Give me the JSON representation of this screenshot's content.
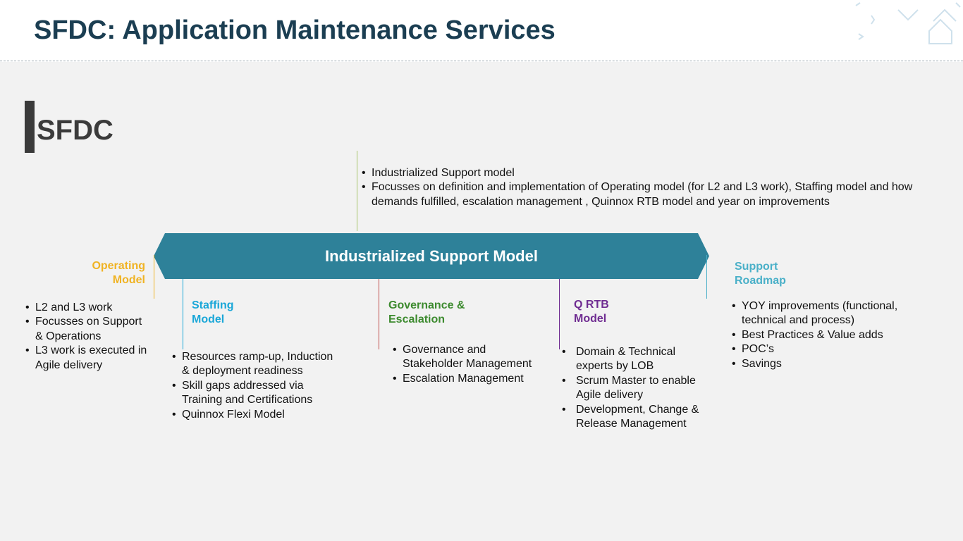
{
  "page": {
    "title": "SFDC: Application Maintenance Services"
  },
  "section": {
    "title": "SFDC"
  },
  "colors": {
    "title": "#1b3e52",
    "banner": "#2e8199",
    "operating": "#f0b323",
    "staffing": "#1aa7d8",
    "governance": "#3c8a2e",
    "qrtb": "#6f2c91",
    "roadmap": "#4ab0c8",
    "intro_line": "#a8c46a",
    "governance_line": "#c0504d"
  },
  "intro": {
    "items": [
      "Industrialized Support model",
      "Focusses on definition and implementation of Operating model (for L2 and L3 work), Staffing model and how demands fulfilled, escalation management , Quinnox RTB model and year on improvements"
    ]
  },
  "banner": {
    "label": "Industrialized Support Model"
  },
  "operating": {
    "heading": "Operating\nModel",
    "items": [
      "L2 and L3 work",
      "Focusses on Support\n& Operations",
      "L3 work is executed in\nAgile delivery"
    ]
  },
  "staffing": {
    "heading": "Staffing\nModel",
    "items": [
      "Resources ramp-up, Induction\n& deployment readiness",
      "Skill gaps addressed via\nTraining and Certifications",
      "Quinnox Flexi Model"
    ]
  },
  "governance": {
    "heading": "Governance &\nEscalation",
    "items": [
      "Governance and\nStakeholder Management",
      "Escalation Management"
    ]
  },
  "qrtb": {
    "heading": "Q RTB\nModel",
    "items": [
      "Domain & Technical\nexperts by LOB",
      "Scrum Master to enable\nAgile delivery",
      "Development, Change &\nRelease Management"
    ]
  },
  "roadmap": {
    "heading": "Support\nRoadmap",
    "items": [
      "YOY improvements (functional,\ntechnical and process)",
      "Best Practices & Value adds",
      "POC’s",
      "Savings"
    ]
  }
}
